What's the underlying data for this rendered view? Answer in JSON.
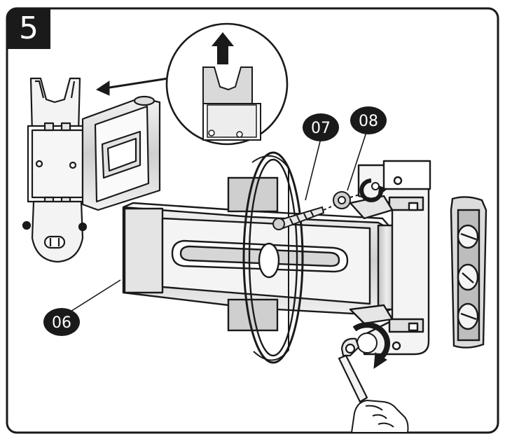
{
  "step": {
    "number": "5"
  },
  "callouts": [
    {
      "id": "06",
      "label": "06"
    },
    {
      "id": "07",
      "label": "07"
    },
    {
      "id": "08",
      "label": "08"
    }
  ],
  "colors": {
    "ink": "#1a1a1a",
    "paper": "#ffffff",
    "shade": "#d9d9d9",
    "shade_dark": "#a8a8a8"
  },
  "icons": [
    "arrow-up-icon",
    "arrow-left-icon",
    "rotate-arrow-icon",
    "wrench-icon",
    "hand-icon"
  ]
}
